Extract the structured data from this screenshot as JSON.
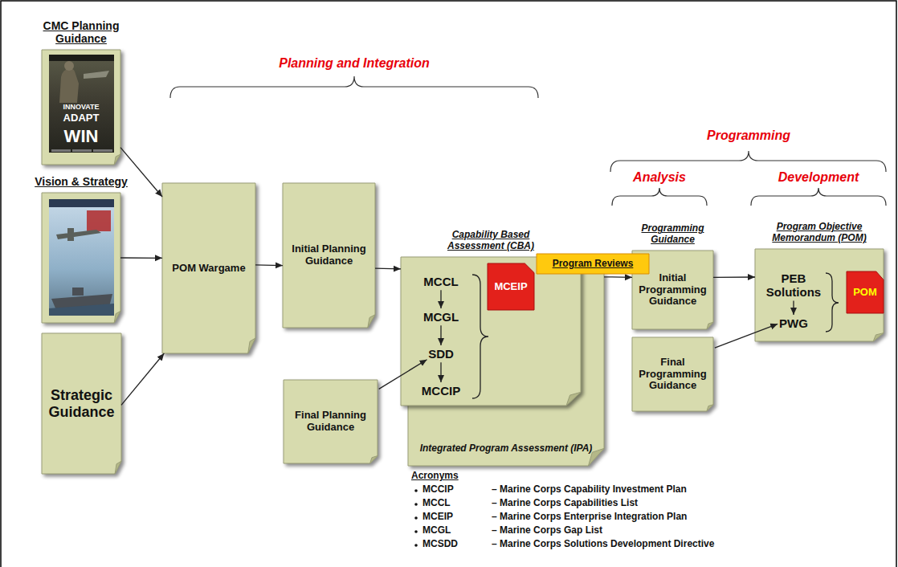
{
  "diagram": {
    "nodes": [
      {
        "text": [
          "CMC Planning Guidance"
        ]
      },
      {
        "text": [
          "Vision & Strategy"
        ]
      },
      {
        "text": [
          "Strategic Guidance"
        ]
      },
      {
        "text": [
          "POM Wargame"
        ]
      },
      {
        "text": [
          "Initial Planning Guidance"
        ]
      },
      {
        "text": [
          "Final Planning Guidance"
        ]
      },
      {
        "text": [
          "Capability Based Assessment (CBA)"
        ]
      },
      {
        "text": [
          "MCCL"
        ],
        "in": 6
      },
      {
        "text": [
          "MCGL"
        ],
        "in": 6
      },
      {
        "text": [
          "SDD"
        ],
        "in": 6
      },
      {
        "text": [
          "MCCIP"
        ],
        "in": 6
      },
      {
        "text": [
          "MCEIP"
        ],
        "in": 6
      },
      {
        "text": [
          "Integrated Program Assessment (IPA)"
        ]
      },
      {
        "text": [
          "Program Reviews"
        ]
      },
      {
        "text": [
          "Programming Guidance",
          "Initial Programming Guidance"
        ]
      },
      {
        "text": [
          "Final Programming Guidance"
        ]
      },
      {
        "text": [
          "Program Objective Memorandum (POM)"
        ]
      },
      {
        "text": [
          "PEB Solutions"
        ],
        "in": 16
      },
      {
        "text": [
          "PWG"
        ],
        "in": 16
      },
      {
        "text": [
          "POM"
        ],
        "in": 16
      }
    ],
    "edges": [
      {
        "from": 0,
        "to": 3,
        "arrow": "to"
      },
      {
        "from": 1,
        "to": 3,
        "arrow": "to"
      },
      {
        "from": 2,
        "to": 3,
        "arrow": "to"
      },
      {
        "from": 3,
        "to": 4,
        "arrow": "to"
      },
      {
        "from": 4,
        "to": 6,
        "arrow": "to"
      },
      {
        "from": 7,
        "to": 8,
        "arrow": "to"
      },
      {
        "from": 8,
        "to": 9,
        "arrow": "to"
      },
      {
        "from": 9,
        "to": 10,
        "arrow": "to"
      },
      {
        "from": 5,
        "to": 9,
        "arrow": "to"
      },
      {
        "from": 12,
        "to": 14,
        "arrow": "to"
      },
      {
        "from": 14,
        "to": 16,
        "arrow": "to"
      },
      {
        "from": 15,
        "to": 18,
        "arrow": "to"
      },
      {
        "from": 17,
        "to": 18,
        "arrow": "to"
      }
    ],
    "labels": [
      "Planning and Integration",
      "Programming",
      "Analysis",
      "Development",
      "INNOVATE",
      "ADAPT",
      "WIN",
      "Acronyms",
      "MCCIP",
      "– Marine Corps Capability Investment Plan",
      "MCCL",
      "– Marine Corps Capabilities List",
      "MCEIP",
      "– Marine Corps Enterprise Integration Plan",
      "MCGL",
      "– Marine Corps Gap List",
      "MCSDD",
      "– Marine Corps Solutions Development Directive"
    ]
  }
}
